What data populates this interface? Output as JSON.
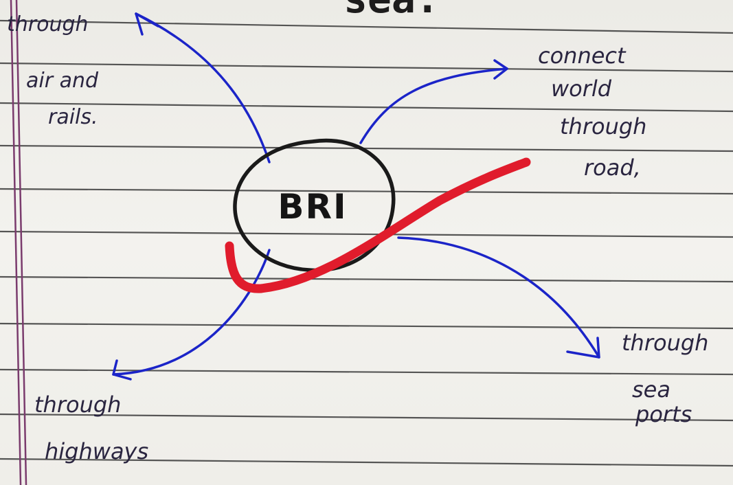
{
  "page_header_fragment": "sea.",
  "center": {
    "label": "BRI"
  },
  "branches": [
    {
      "id": "top-left",
      "lines": [
        "through",
        "air and",
        "rails."
      ]
    },
    {
      "id": "top-right",
      "lines": [
        "connect",
        "world",
        "through",
        "road,"
      ]
    },
    {
      "id": "bottom-left",
      "lines": [
        "through",
        "highways"
      ]
    },
    {
      "id": "bottom-right",
      "lines": [
        "through",
        "sea",
        "ports"
      ]
    }
  ],
  "colors": {
    "paper": "#f1f0ec",
    "rule_line": "#3a3a3a",
    "margin_line": "#7a3b6d",
    "ink_blue": "#1b24c8",
    "ink_black": "#1a1a1a",
    "tick_red": "#e01c2c"
  }
}
